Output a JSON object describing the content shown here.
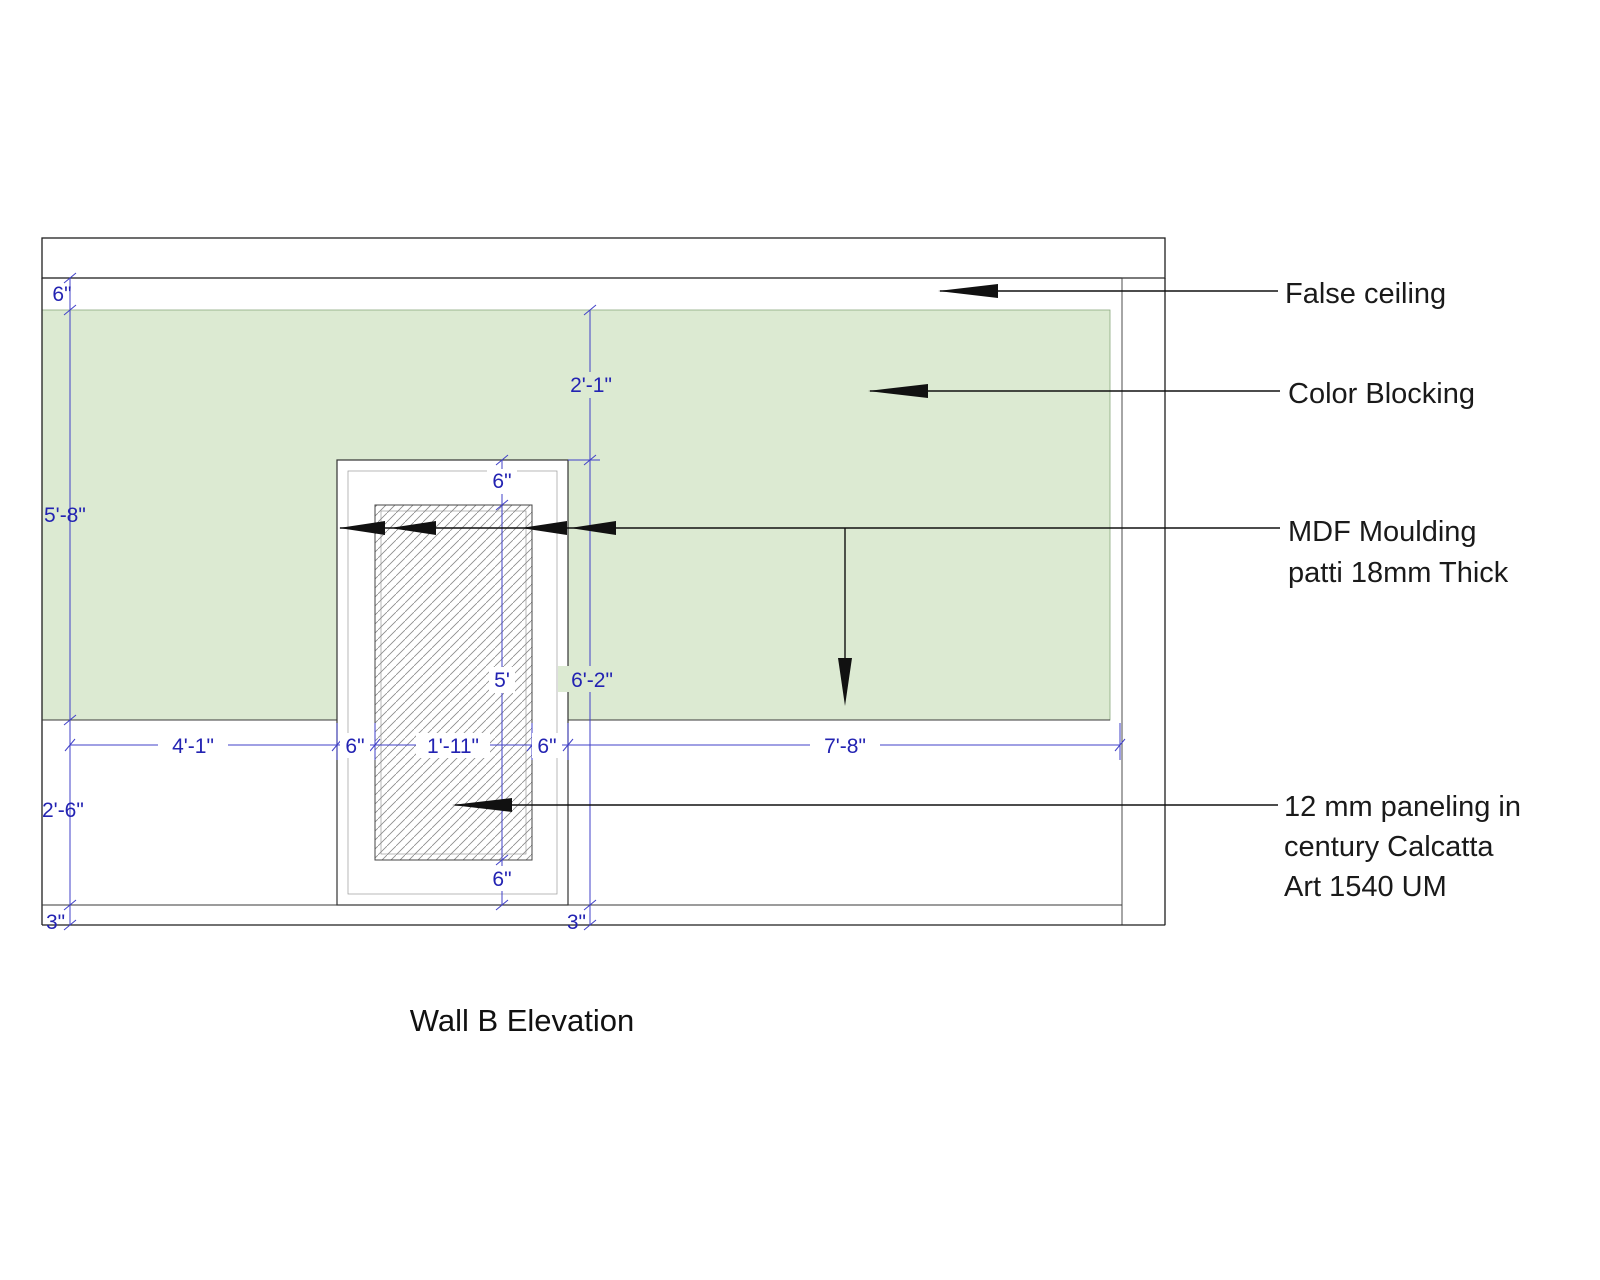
{
  "drawing": {
    "title": "Wall B Elevation",
    "notes": {
      "false_ceiling": "False ceiling",
      "color_blocking": "Color Blocking",
      "mdf_moulding": [
        "MDF Moulding",
        "patti 18mm Thick"
      ],
      "paneling": [
        "12 mm paneling in",
        "century Calcatta",
        "Art 1540 UM"
      ]
    },
    "dims": {
      "d6": "6\"",
      "d5_8": "5'-8\"",
      "d2_1": "2'-1\"",
      "d5": "5'",
      "d6_2": "6'-2\"",
      "d4_1": "4'-1\"",
      "d1_11": "1'-11\"",
      "d7_8": "7'-8\"",
      "d2_6": "2'-6\"",
      "d3": "3\""
    }
  },
  "colors": {
    "color_blocking_fill": "#dcead2",
    "dim_text": "#2323b2",
    "dim_line": "#4040c8"
  }
}
